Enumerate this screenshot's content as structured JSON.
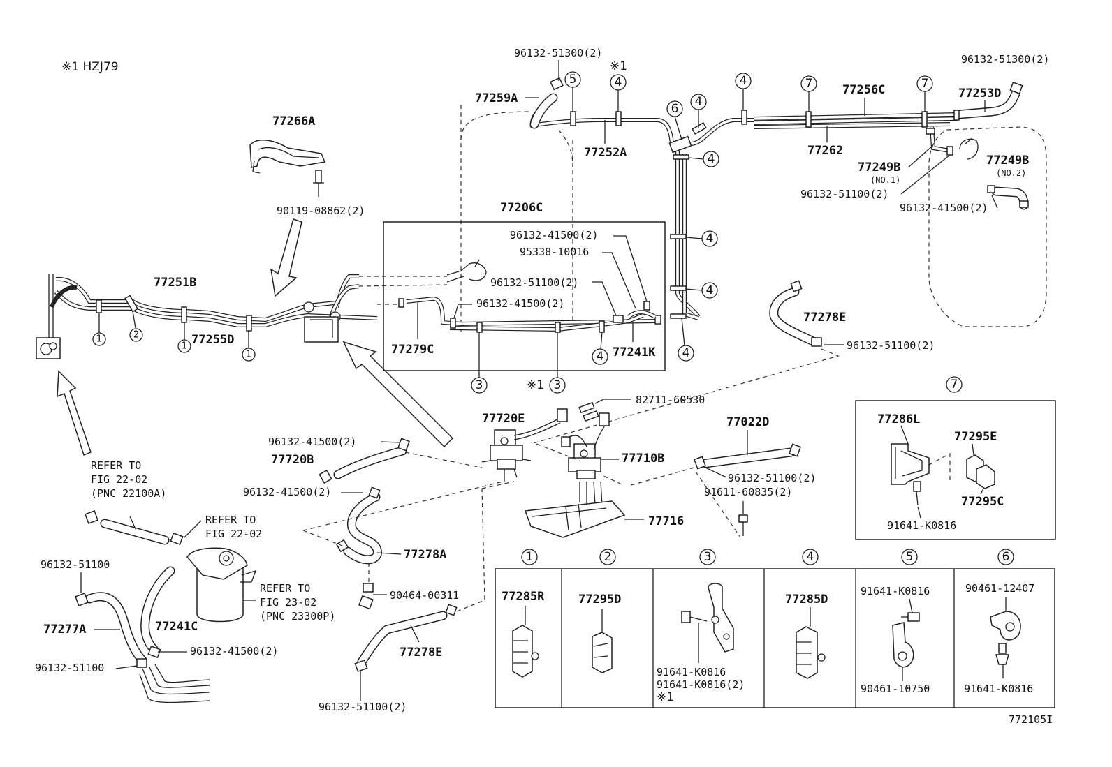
{
  "header": {
    "model_note": "※1 HZJ79"
  },
  "footer": {
    "figure_id": "772105I"
  },
  "markers": {
    "n1": "1",
    "n2": "2",
    "n3": "3",
    "n4": "4",
    "n5": "5",
    "n6": "6",
    "n7": "7",
    "note1": "※1"
  },
  "labels": {
    "p77266A": "77266A",
    "p90119": "90119-08862(2)",
    "p77251B": "77251B",
    "p77255D": "77255D",
    "p77259A": "77259A",
    "p96132_51300_a": "96132-51300(2)",
    "p96132_51300_b": "96132-51300(2)",
    "p77252A": "77252A",
    "p77256C": "77256C",
    "p77262": "77262",
    "p77253D": "77253D",
    "p77249B_1": "77249B",
    "p77249B_1_sub": "(NO.1)",
    "p77249B_2": "77249B",
    "p77249B_2_sub": "(NO.2)",
    "p96132_51100_r": "96132-51100(2)",
    "p96132_41500_r": "96132-41500(2)",
    "p77206C": "77206C",
    "p96132_41500_box1": "96132-41500(2)",
    "p95338": "95338-10016",
    "p96132_51100_box": "96132-51100(2)",
    "p96132_41500_box2": "96132-41500(2)",
    "p77279C": "77279C",
    "p77241K": "77241K",
    "p77278E_top": "77278E",
    "p96132_51100_e": "96132-51100(2)",
    "p77720E": "77720E",
    "p82711": "82711-60530",
    "p77022D": "77022D",
    "p96132_41500_m": "96132-41500(2)",
    "p77720B": "77720B",
    "p77710B": "77710B",
    "p96132_51100_m": "96132-51100(2)",
    "p91611": "91611-60835(2)",
    "p96132_41500_m2": "96132-41500(2)",
    "p77716": "77716",
    "p77278A": "77278A",
    "p90464": "90464-00311",
    "p77278E_bot": "77278E",
    "p96132_51100_bot": "96132-51100(2)",
    "p96132_51100_l1": "96132-51100",
    "p96132_51100_l2": "96132-51100",
    "p77277A": "77277A",
    "p77241C": "77241C",
    "p96132_41500_l": "96132-41500(2)",
    "p77286L": "77286L",
    "p77295E": "77295E",
    "p77295C": "77295C",
    "p91641_box7": "91641-K0816"
  },
  "refs": {
    "r1_line1": "REFER TO",
    "r1_line2": "FIG 22-02",
    "r1_line3": "(PNC 22100A)",
    "r2_line1": "REFER TO",
    "r2_line2": "FIG 22-02",
    "r3_line1": "REFER TO",
    "r3_line2": "FIG 23-02",
    "r3_line3": "(PNC 23300P)"
  },
  "legend": {
    "c1_part": "77285R",
    "c2_part": "77295D",
    "c3_bolt1": "91641-K0816",
    "c3_bolt2": "91641-K0816(2)",
    "c3_note": "※1",
    "c4_part": "77285D",
    "c5_top": "91641-K0816",
    "c5_bot": "90461-10750",
    "c6_top": "90461-12407",
    "c6_bot": "91641-K0816"
  }
}
